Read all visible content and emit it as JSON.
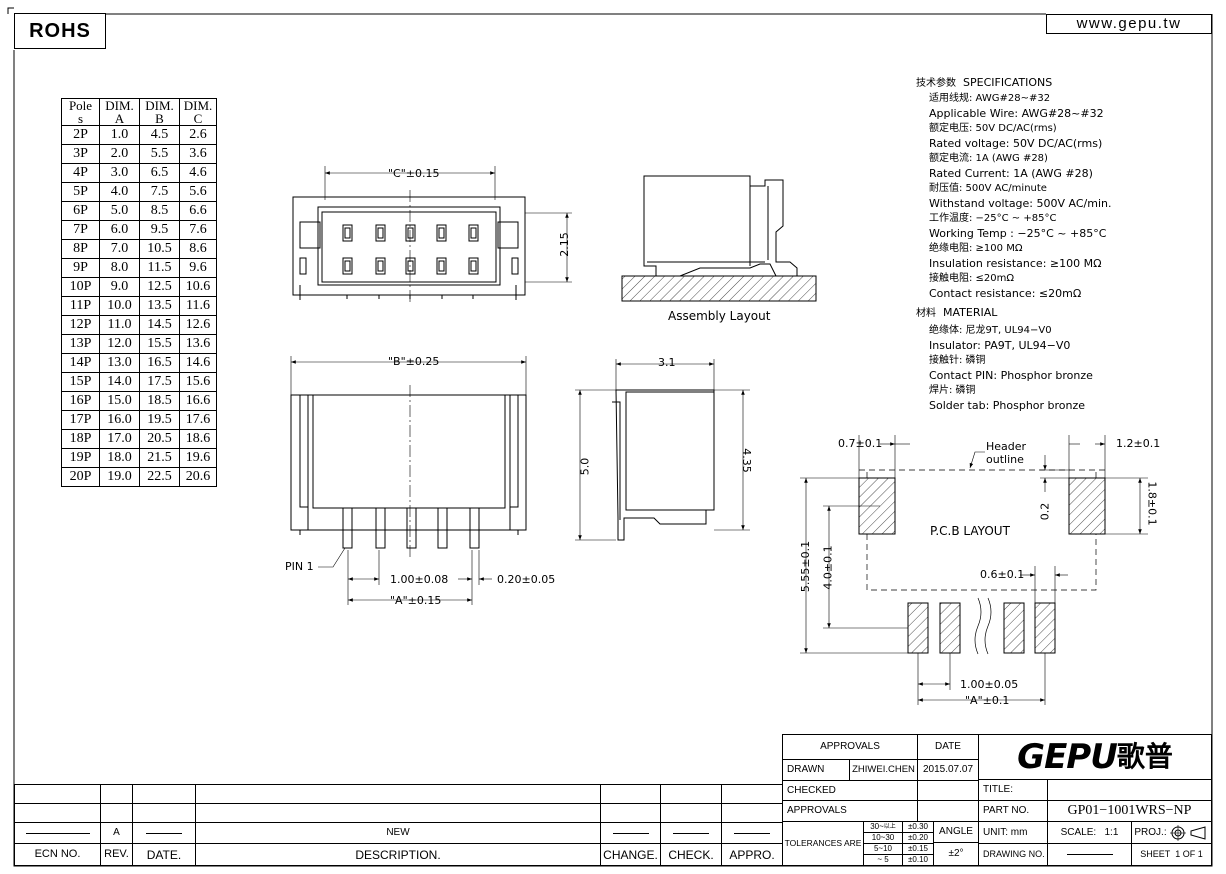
{
  "header": {
    "rohs": "ROHS",
    "website": "www.gepu.tw"
  },
  "dim_table": {
    "headers": [
      [
        "Pole",
        "s"
      ],
      [
        "DIM.",
        "A"
      ],
      [
        "DIM.",
        "B"
      ],
      [
        "DIM.",
        "C"
      ]
    ],
    "rows": [
      [
        "2P",
        "1.0",
        "4.5",
        "2.6"
      ],
      [
        "3P",
        "2.0",
        "5.5",
        "3.6"
      ],
      [
        "4P",
        "3.0",
        "6.5",
        "4.6"
      ],
      [
        "5P",
        "4.0",
        "7.5",
        "5.6"
      ],
      [
        "6P",
        "5.0",
        "8.5",
        "6.6"
      ],
      [
        "7P",
        "6.0",
        "9.5",
        "7.6"
      ],
      [
        "8P",
        "7.0",
        "10.5",
        "8.6"
      ],
      [
        "9P",
        "8.0",
        "11.5",
        "9.6"
      ],
      [
        "10P",
        "9.0",
        "12.5",
        "10.6"
      ],
      [
        "11P",
        "10.0",
        "13.5",
        "11.6"
      ],
      [
        "12P",
        "11.0",
        "14.5",
        "12.6"
      ],
      [
        "13P",
        "12.0",
        "15.5",
        "13.6"
      ],
      [
        "14P",
        "13.0",
        "16.5",
        "14.6"
      ],
      [
        "15P",
        "14.0",
        "17.5",
        "15.6"
      ],
      [
        "16P",
        "15.0",
        "18.5",
        "16.6"
      ],
      [
        "17P",
        "16.0",
        "19.5",
        "17.6"
      ],
      [
        "18P",
        "17.0",
        "20.5",
        "18.6"
      ],
      [
        "19P",
        "18.0",
        "21.5",
        "19.6"
      ],
      [
        "20P",
        "19.0",
        "22.5",
        "20.6"
      ]
    ]
  },
  "specs": {
    "title_cn": "技术参数",
    "title_en": "SPECIFICATIONS",
    "wire_cn": "适用线规:  AWG#28~#32",
    "wire_en": "Applicable Wire:  AWG#28~#32",
    "volt_cn": "额定电压:  50V DC/AC(rms)",
    "volt_en": "Rated voltage:  50V DC/AC(rms)",
    "curr_cn": "额定电流:  1A (AWG #28)",
    "curr_en": "Rated Current:  1A (AWG #28)",
    "wv_cn": "耐压值:  500V AC/minute",
    "wv_en": "Withstand voltage:  500V AC/min.",
    "temp_cn": "工作温度:  −25°C  ~  +85°C",
    "temp_en": "Working Temp :  −25°C  ~  +85°C",
    "ins_cn": "绝缘电阻:    ≥100  MΩ",
    "ins_en": "Insulation resistance:  ≥100  MΩ",
    "con_cn": "接触电阻:  ≤20mΩ",
    "con_en": "Contact resistance:  ≤20mΩ",
    "mat_cn": "材料",
    "mat_en": "MATERIAL",
    "insu_cn": "绝缘体:  尼龙9T, UL94−V0",
    "insu_en": "Insulator:  PA9T, UL94−V0",
    "pin_cn": "接触针:  磷铜",
    "pin_en": "Contact PIN:  Phosphor bronze",
    "tab_cn": "焊片:  磷铜",
    "tab_en": "Solder tab:  Phosphor bronze"
  },
  "drawing": {
    "c_dim": "\"C\"±0.15",
    "h215": "2.15",
    "assembly": "Assembly Layout",
    "b_dim": "\"B\"±0.25",
    "d31": "3.1",
    "d50": "5.0",
    "d435": "4.35",
    "pin1": "PIN  1",
    "pitch": "1.00±0.08",
    "pinw": "0.20±0.05",
    "a_dim": "\"A\"±0.15",
    "pcb_07": "0.7±0.1",
    "pcb_header": "Header",
    "pcb_outline": "outline",
    "pcb_12": "1.2±0.1",
    "pcb_02": "0.2",
    "pcb_18": "1.8±0.1",
    "pcb_layout": "P.C.B  LAYOUT",
    "pcb_555": "5.55±0.1",
    "pcb_40": "4.0±0.1",
    "pcb_06": "0.6±0.1",
    "pcb_pitch": "1.00±0.05",
    "pcb_a": "\"A\"±0.1"
  },
  "title_block": {
    "approvals": "APPROVALS",
    "date": "DATE",
    "drawn": "DRAWN",
    "drawn_by": "ZHIWEI.CHEN",
    "drawn_date": "2015.07.07",
    "checked": "CHECKED",
    "approvals2": "APPROVALS",
    "tolerances": "TOLERANCES  ARE",
    "tol_ranges": [
      "30~",
      "10~30",
      "5~10",
      "~ 5"
    ],
    "tol_above": "以上",
    "tol_values": [
      "±0.30",
      "±0.20",
      "±0.15",
      "±0.10"
    ],
    "angle": "ANGLE",
    "angle_val": "±2°",
    "logo": "GEPU",
    "logo_cn": "歌普",
    "title_label": "TITLE:",
    "part_no_label": "PART  NO.",
    "part_no": "GP01−1001WRS−NP",
    "unit_label": "UNIT:  mm",
    "scale_label": "SCALE:",
    "scale": "1:1",
    "proj": "PROJ.:",
    "drawing_no": "DRAWING  NO.",
    "sheet": "SHEET",
    "sheet_of": "1  OF  1"
  },
  "revision": {
    "rev_value": "A",
    "desc_value": "NEW",
    "ecn_no": "ECN  NO.",
    "rev": "REV.",
    "date": "DATE.",
    "description": "DESCRIPTION.",
    "change": "CHANGE.",
    "check": "CHECK.",
    "appro": "APPRO."
  }
}
